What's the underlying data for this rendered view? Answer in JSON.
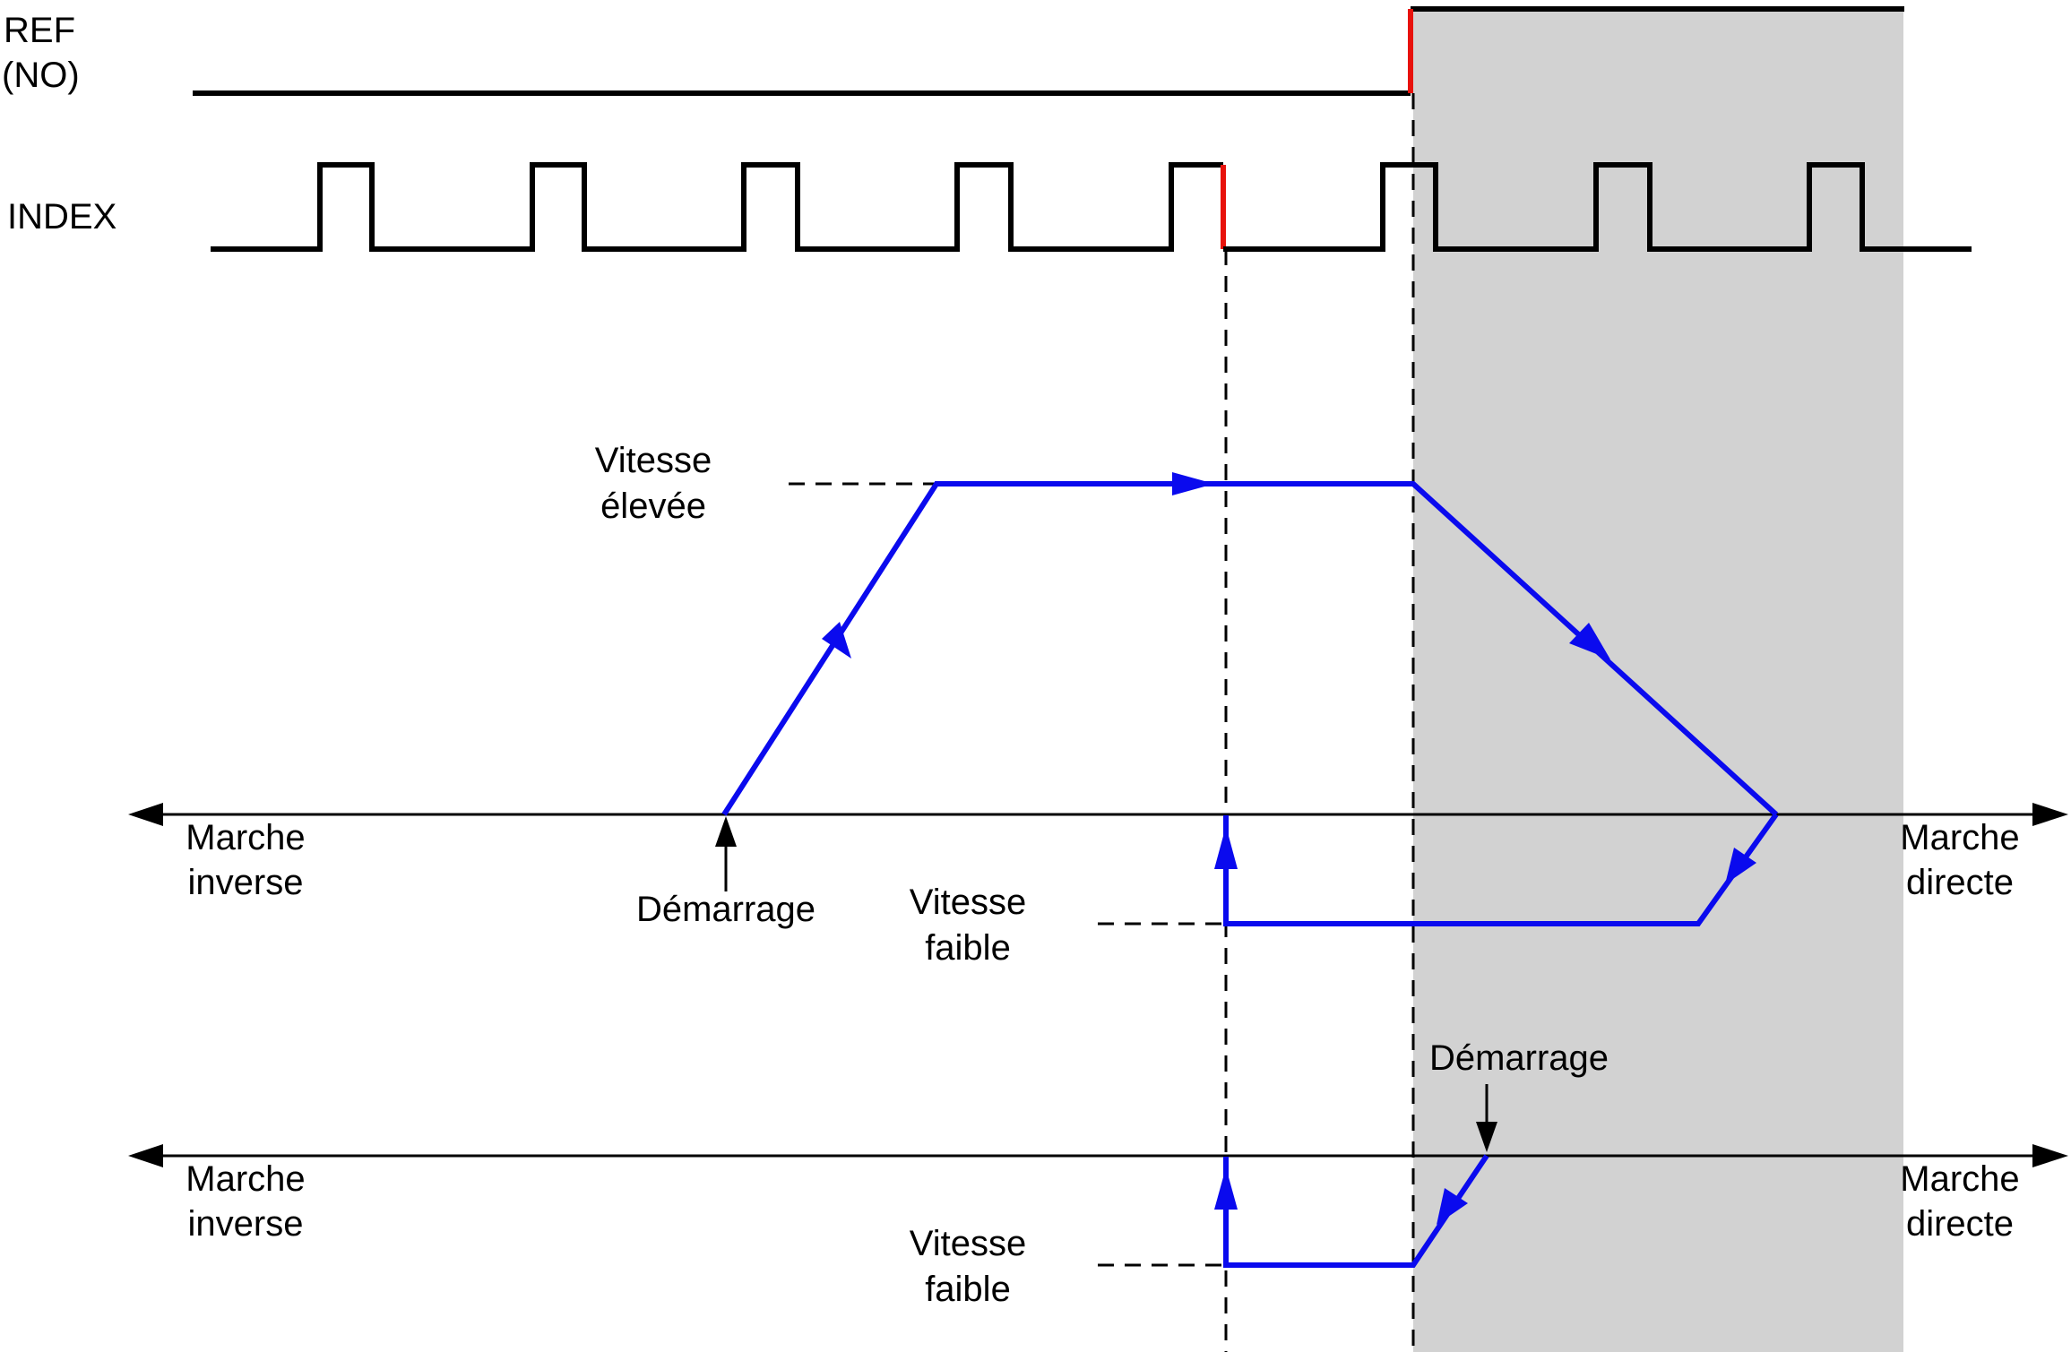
{
  "signals": {
    "ref_label_line1": "REF",
    "ref_label_line2": "(NO)",
    "index_label": "INDEX"
  },
  "upper_axis": {
    "left_line1": "Marche",
    "left_line2": "inverse",
    "right_line1": "Marche",
    "right_line2": "directe"
  },
  "lower_axis": {
    "left_line1": "Marche",
    "left_line2": "inverse",
    "right_line1": "Marche",
    "right_line2": "directe"
  },
  "speeds": {
    "high_line1": "Vitesse",
    "high_line2": "élevée",
    "low_upper_line1": "Vitesse",
    "low_upper_line2": "faible",
    "low_lower_line1": "Vitesse",
    "low_lower_line2": "faible"
  },
  "start": {
    "upper": "Démarrage",
    "lower": "Démarrage"
  },
  "colors": {
    "signal": "#000000",
    "edge_highlight": "#e8120c",
    "trajectory": "#0a0aee",
    "shaded_zone": "#d2d2d2"
  }
}
